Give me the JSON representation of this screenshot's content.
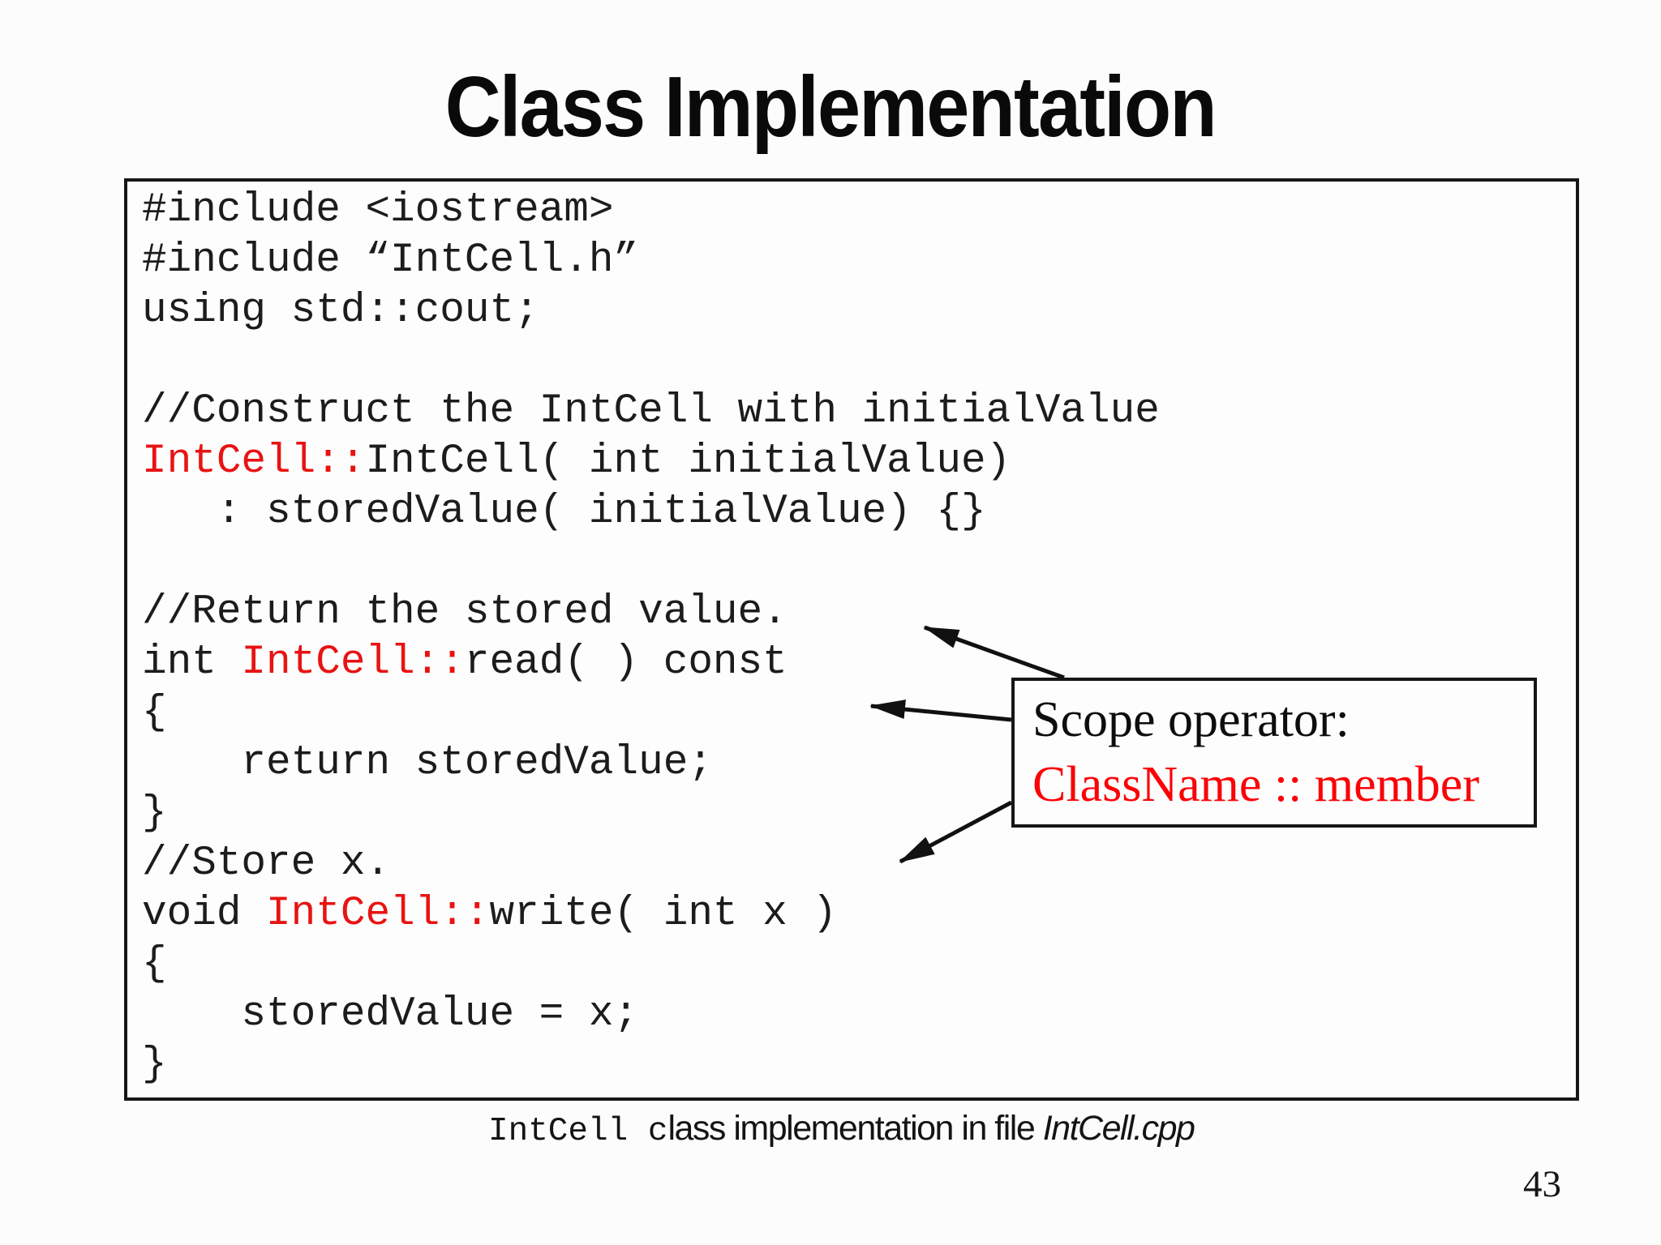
{
  "slide": {
    "title": "Class Implementation",
    "page_number": "43"
  },
  "colors": {
    "code_red": "#e81313",
    "callout_red": "#fb0207"
  },
  "code": {
    "lines": [
      {
        "segments": [
          {
            "text": "#include <iostream>",
            "red": false
          }
        ]
      },
      {
        "segments": [
          {
            "text": "#include “IntCell.h”",
            "red": false
          }
        ]
      },
      {
        "segments": [
          {
            "text": "using std::cout;",
            "red": false
          }
        ]
      },
      {
        "segments": []
      },
      {
        "segments": [
          {
            "text": "//Construct the IntCell with initialValue",
            "red": false
          }
        ]
      },
      {
        "segments": [
          {
            "text": "IntCell::",
            "red": true
          },
          {
            "text": "IntCell( int initialValue)",
            "red": false
          }
        ]
      },
      {
        "segments": [
          {
            "text": "   : storedValue( initialValue) {}",
            "red": false
          }
        ]
      },
      {
        "segments": []
      },
      {
        "segments": [
          {
            "text": "//Return the stored value.",
            "red": false
          }
        ]
      },
      {
        "segments": [
          {
            "text": "int ",
            "red": false
          },
          {
            "text": "IntCell::",
            "red": true
          },
          {
            "text": "read( ) const",
            "red": false
          }
        ]
      },
      {
        "segments": [
          {
            "text": "{",
            "red": false
          }
        ]
      },
      {
        "segments": [
          {
            "text": "    return storedValue;",
            "red": false
          }
        ]
      },
      {
        "segments": [
          {
            "text": "}",
            "red": false
          }
        ]
      },
      {
        "segments": [
          {
            "text": "//Store x.",
            "red": false
          }
        ]
      },
      {
        "segments": [
          {
            "text": "void ",
            "red": false
          },
          {
            "text": "IntCell::",
            "red": true
          },
          {
            "text": "write( int x )",
            "red": false
          }
        ]
      },
      {
        "segments": [
          {
            "text": "{",
            "red": false
          }
        ]
      },
      {
        "segments": [
          {
            "text": "    storedValue = x;",
            "red": false
          }
        ]
      },
      {
        "segments": [
          {
            "text": "}",
            "red": false
          }
        ]
      }
    ]
  },
  "callout": {
    "line1": "Scope operator:",
    "line2": "ClassName :: member"
  },
  "caption": {
    "mono_part": "IntCell c",
    "sans_part": "lass implementation in file ",
    "italic_part": "IntCell.cpp"
  }
}
